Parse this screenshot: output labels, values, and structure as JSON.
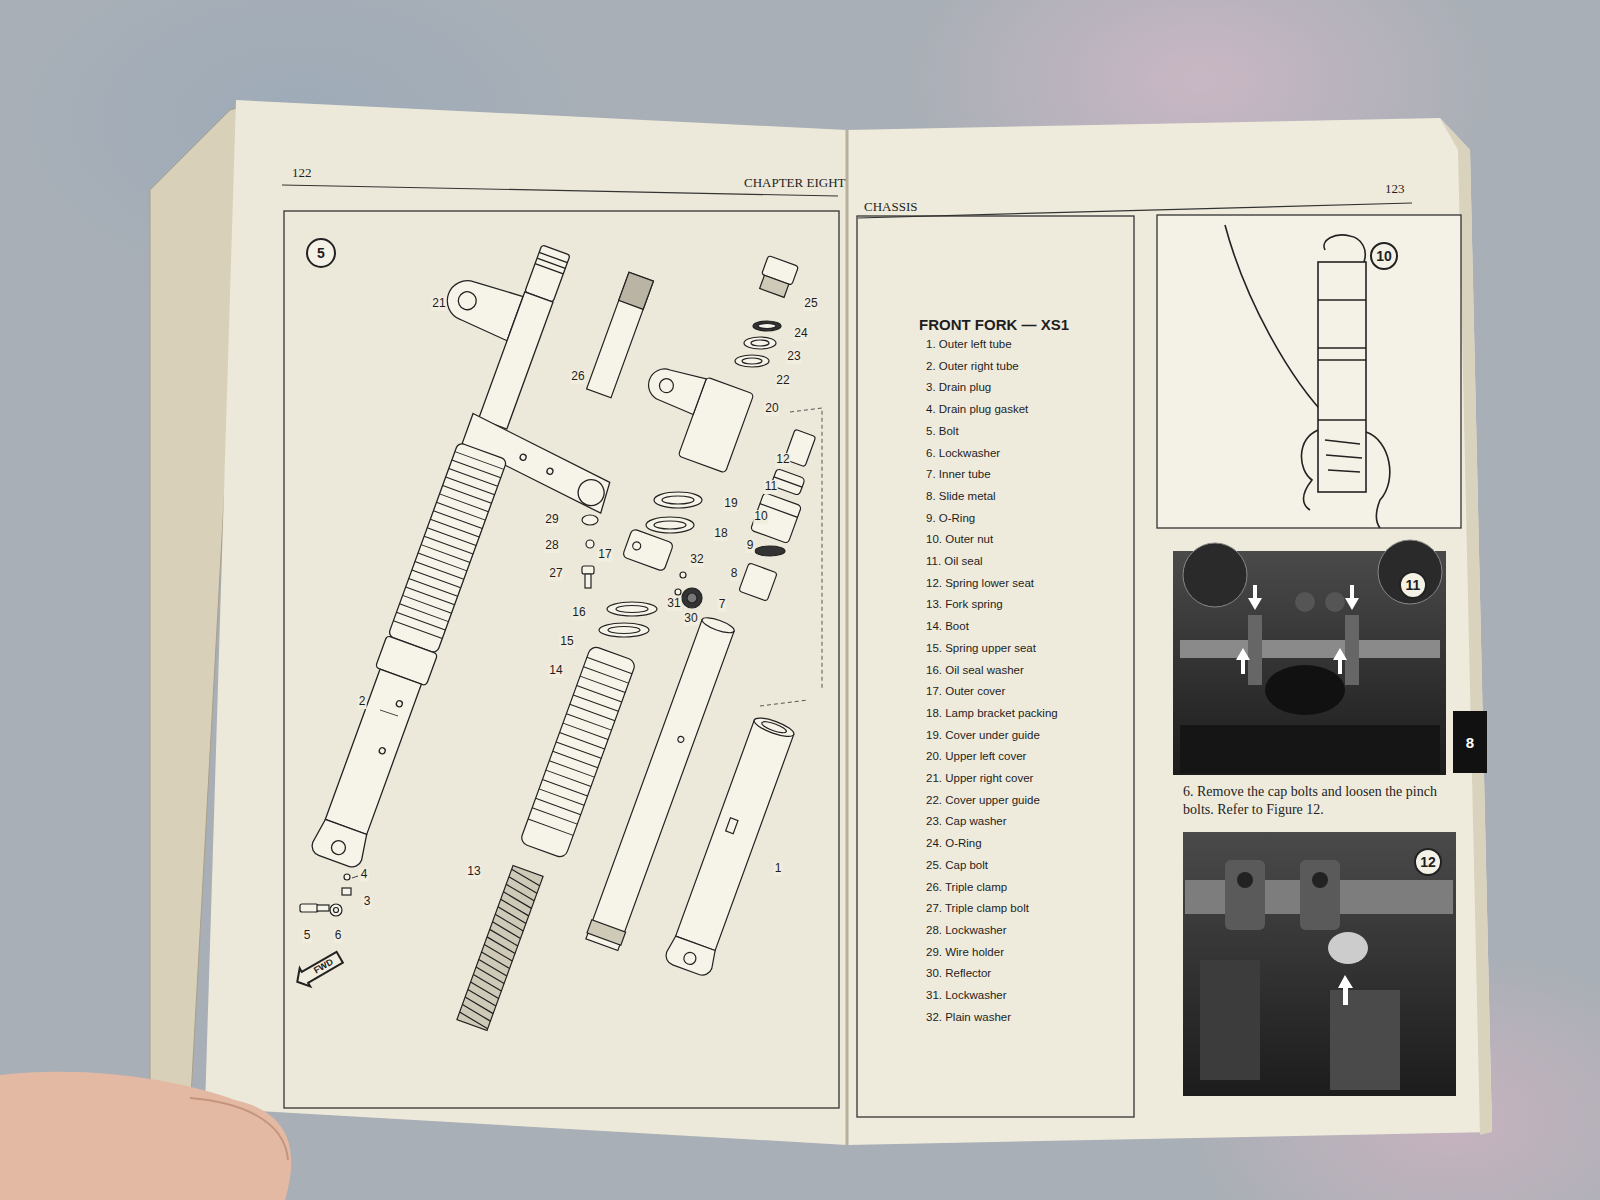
{
  "diagram": {
    "title": "FRONT FORK — XS1",
    "caption": "6. Remove the cap bolts and loosen the pinch bolts. Refer to Figure 12.",
    "nodes": [
      {
        "text": [
          "5"
        ]
      },
      {
        "text": [
          "FWD"
        ]
      },
      {
        "text": [
          "10"
        ]
      },
      {
        "text": [
          "11"
        ]
      },
      {
        "text": [
          "8"
        ]
      },
      {
        "text": [
          "12"
        ]
      }
    ],
    "labels": [
      "122",
      "CHAPTER EIGHT",
      "CHASSIS",
      "123",
      "1",
      "2",
      "3",
      "4",
      "5",
      "6",
      "7",
      "8",
      "9",
      "10",
      "11",
      "12",
      "13",
      "14",
      "15",
      "16",
      "17",
      "18",
      "19",
      "20",
      "21",
      "22",
      "23",
      "24",
      "25",
      "26",
      "27",
      "28",
      "29",
      "30",
      "31",
      "32",
      "1. Outer left tube",
      "2. Outer right tube",
      "3. Drain plug",
      "4. Drain plug gasket",
      "5. Bolt",
      "6. Lockwasher",
      "7. Inner tube",
      "8. Slide metal",
      "9. O-Ring",
      "10. Outer nut",
      "11. Oil seal",
      "12. Spring lower seat",
      "13. Fork spring",
      "14. Boot",
      "15. Spring upper seat",
      "16. Oil seal washer",
      "17. Outer cover",
      "18. Lamp bracket packing",
      "19. Cover under guide",
      "20. Upper left cover",
      "21. Upper right cover",
      "22. Cover upper guide",
      "23. Cap washer",
      "24. O-Ring",
      "25. Cap bolt",
      "26. Triple clamp",
      "27. Triple clamp bolt",
      "28. Lockwasher",
      "29. Wire holder",
      "30. Reflector",
      "31. Lockwasher",
      "32. Plain washer"
    ]
  }
}
